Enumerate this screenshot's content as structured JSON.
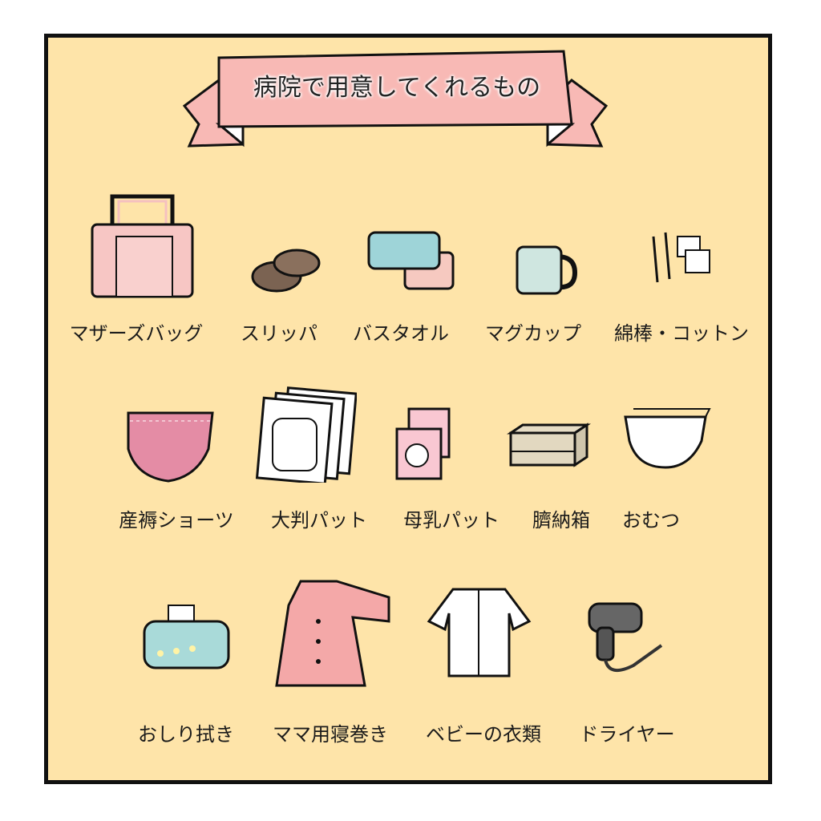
{
  "title": "病院で用意してくれるもの",
  "colors": {
    "background": "#FEE4A9",
    "banner": "#F8B9B5",
    "border": "#111111"
  },
  "rows": [
    [
      "マザーズバッグ",
      "スリッパ",
      "バスタオル",
      "マグカップ",
      "綿棒・コットン"
    ],
    [
      "産褥ショーツ",
      "大判パット",
      "母乳パット",
      "臍納箱",
      "おむつ"
    ],
    [
      "おしり拭き",
      "ママ用寝巻き",
      "ベビーの衣類",
      "ドライヤー"
    ]
  ]
}
